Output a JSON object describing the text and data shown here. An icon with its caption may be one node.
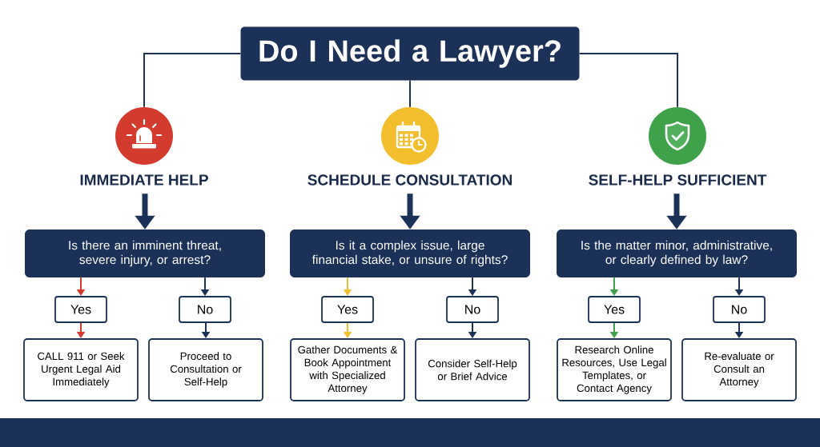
{
  "diagram": {
    "nodes": [
      {
        "text": [
          "Do I Need a Lawyer?"
        ]
      },
      {
        "text": [
          "IMMEDIATE HELP"
        ]
      },
      {
        "text": [
          "SCHEDULE CONSULTATION"
        ]
      },
      {
        "text": [
          "SELF-HELP SUFFICIENT"
        ]
      },
      {
        "text": [
          "Is there an imminent threat, severe injury, or arrest?"
        ]
      },
      {
        "text": [
          "Is it a complex issue, large financial stake, or unsure of rights?"
        ]
      },
      {
        "text": [
          "Is the matter minor, administrative, or clearly defined by law?"
        ]
      },
      {
        "text": [
          "Yes"
        ]
      },
      {
        "text": [
          "No"
        ]
      },
      {
        "text": [
          "Yes"
        ]
      },
      {
        "text": [
          "No"
        ]
      },
      {
        "text": [
          "Yes"
        ]
      },
      {
        "text": [
          "No"
        ]
      },
      {
        "text": [
          "CALL 911 or Seek Urgent Legal Aid Immediately"
        ]
      },
      {
        "text": [
          "Proceed to Consultation or Self-Help"
        ]
      },
      {
        "text": [
          "Gather Documents & Book Appointment with Specialized Attorney"
        ]
      },
      {
        "text": [
          "Consider Self-Help or Brief Advice"
        ]
      },
      {
        "text": [
          "Research Online Resources, Use Legal Templates, or Contact Agency"
        ]
      },
      {
        "text": [
          "Re-evaluate or Consult an Attorney"
        ]
      }
    ],
    "edges": [
      {
        "from": 0,
        "to": 1,
        "arrow": "none"
      },
      {
        "from": 0,
        "to": 2,
        "arrow": "none"
      },
      {
        "from": 0,
        "to": 3,
        "arrow": "none"
      },
      {
        "from": 1,
        "to": 4,
        "arrow": "to",
        "style": "thick"
      },
      {
        "from": 2,
        "to": 5,
        "arrow": "to",
        "style": "thick"
      },
      {
        "from": 3,
        "to": 6,
        "arrow": "to",
        "style": "thick"
      },
      {
        "from": 4,
        "to": 7,
        "arrow": "to",
        "color": "#d33b2f"
      },
      {
        "from": 4,
        "to": 8,
        "arrow": "to"
      },
      {
        "from": 5,
        "to": 9,
        "arrow": "to",
        "color": "#f2be2d"
      },
      {
        "from": 5,
        "to": 10,
        "arrow": "to"
      },
      {
        "from": 6,
        "to": 11,
        "arrow": "to",
        "color": "#3fa24b"
      },
      {
        "from": 6,
        "to": 12,
        "arrow": "to"
      },
      {
        "from": 7,
        "to": 13,
        "arrow": "to",
        "color": "#d33b2f"
      },
      {
        "from": 8,
        "to": 14,
        "arrow": "to"
      },
      {
        "from": 9,
        "to": 15,
        "arrow": "to",
        "color": "#f2be2d"
      },
      {
        "from": 10,
        "to": 16,
        "arrow": "to"
      },
      {
        "from": 11,
        "to": 17,
        "arrow": "to",
        "color": "#3fa24b"
      },
      {
        "from": 12,
        "to": 18,
        "arrow": "to"
      }
    ]
  }
}
